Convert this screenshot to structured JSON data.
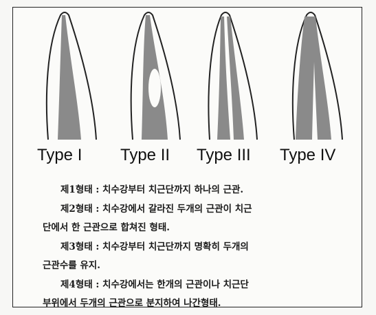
{
  "types": [
    {
      "id": "type-1",
      "label": "Type I"
    },
    {
      "id": "type-2",
      "label": "Type II"
    },
    {
      "id": "type-3",
      "label": "Type III"
    },
    {
      "id": "type-4",
      "label": "Type IV"
    }
  ],
  "descriptions": [
    "제1형태 : 치수강부터 치근단까지 하나의 근관.",
    "제2형태 : 치수강에서 갈라진 두개의 근관이 치근",
    "단에서 한 근관으로 합쳐진 형태.",
    "제3형태 : 치수강부터 치근단까지 명확히 두개의",
    "근관수를 유지.",
    "제4형태 : 치수강에서는 한개의 근관이나 치근단",
    "부위에서 두개의 근관으로 분지하여 나간형태."
  ],
  "colors": {
    "canal": "#8a8a8a",
    "outline": "#222222"
  }
}
